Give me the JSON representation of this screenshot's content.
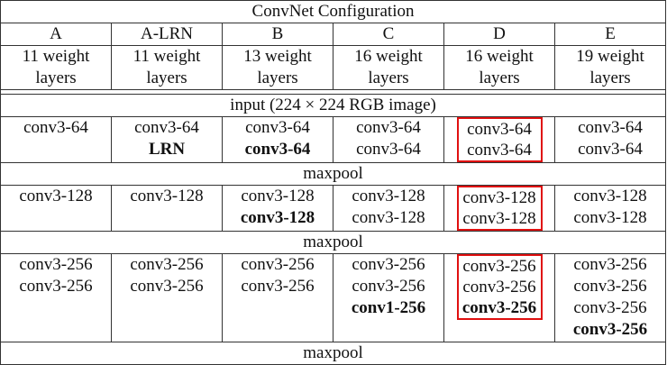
{
  "title": "ConvNet Configuration",
  "columns": [
    {
      "name": "A",
      "weights": [
        "11 weight",
        "layers"
      ]
    },
    {
      "name": "A-LRN",
      "weights": [
        "11 weight",
        "layers"
      ]
    },
    {
      "name": "B",
      "weights": [
        "13 weight",
        "layers"
      ]
    },
    {
      "name": "C",
      "weights": [
        "16 weight",
        "layers"
      ]
    },
    {
      "name": "D",
      "weights": [
        "16 weight",
        "layers"
      ]
    },
    {
      "name": "E",
      "weights": [
        "19 weight",
        "layers"
      ]
    }
  ],
  "input_row": "input (224 × 224 RGB image)",
  "maxpool": "maxpool",
  "blocks": [
    {
      "cells": [
        [
          {
            "t": "conv3-64"
          }
        ],
        [
          {
            "t": "conv3-64"
          },
          {
            "t": "LRN",
            "bold": true
          }
        ],
        [
          {
            "t": "conv3-64"
          },
          {
            "t": "conv3-64",
            "bold": true
          }
        ],
        [
          {
            "t": "conv3-64"
          },
          {
            "t": "conv3-64"
          }
        ],
        [
          {
            "t": "conv3-64"
          },
          {
            "t": "conv3-64"
          }
        ],
        [
          {
            "t": "conv3-64"
          },
          {
            "t": "conv3-64"
          }
        ]
      ]
    },
    {
      "cells": [
        [
          {
            "t": "conv3-128"
          }
        ],
        [
          {
            "t": "conv3-128"
          }
        ],
        [
          {
            "t": "conv3-128"
          },
          {
            "t": "conv3-128",
            "bold": true
          }
        ],
        [
          {
            "t": "conv3-128"
          },
          {
            "t": "conv3-128"
          }
        ],
        [
          {
            "t": "conv3-128"
          },
          {
            "t": "conv3-128"
          }
        ],
        [
          {
            "t": "conv3-128"
          },
          {
            "t": "conv3-128"
          }
        ]
      ]
    },
    {
      "cells": [
        [
          {
            "t": "conv3-256"
          },
          {
            "t": "conv3-256"
          }
        ],
        [
          {
            "t": "conv3-256"
          },
          {
            "t": "conv3-256"
          }
        ],
        [
          {
            "t": "conv3-256"
          },
          {
            "t": "conv3-256"
          }
        ],
        [
          {
            "t": "conv3-256"
          },
          {
            "t": "conv3-256"
          },
          {
            "t": "conv1-256",
            "bold": true
          }
        ],
        [
          {
            "t": "conv3-256"
          },
          {
            "t": "conv3-256"
          },
          {
            "t": "conv3-256",
            "bold": true
          }
        ],
        [
          {
            "t": "conv3-256"
          },
          {
            "t": "conv3-256"
          },
          {
            "t": "conv3-256"
          },
          {
            "t": "conv3-256",
            "bold": true
          }
        ]
      ]
    }
  ],
  "highlight": {
    "column": "D",
    "color": "#e01010"
  }
}
